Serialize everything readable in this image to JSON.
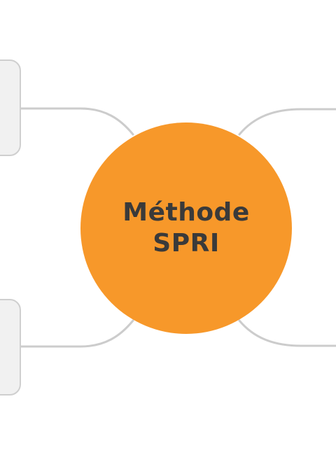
{
  "diagram": {
    "central_topic": {
      "line1": "Méthode",
      "line2": "SPRI"
    },
    "branches": [
      {
        "position": "top-left",
        "label": ""
      },
      {
        "position": "bottom-left",
        "label": ""
      },
      {
        "position": "top-right",
        "label": ""
      },
      {
        "position": "bottom-right",
        "label": ""
      }
    ]
  },
  "colors": {
    "central_fill": "#f7982a",
    "central_text": "#3a3a3a",
    "connector": "#cccccc",
    "node_fill": "#f1f1f1",
    "node_border": "#cfcfcf"
  }
}
